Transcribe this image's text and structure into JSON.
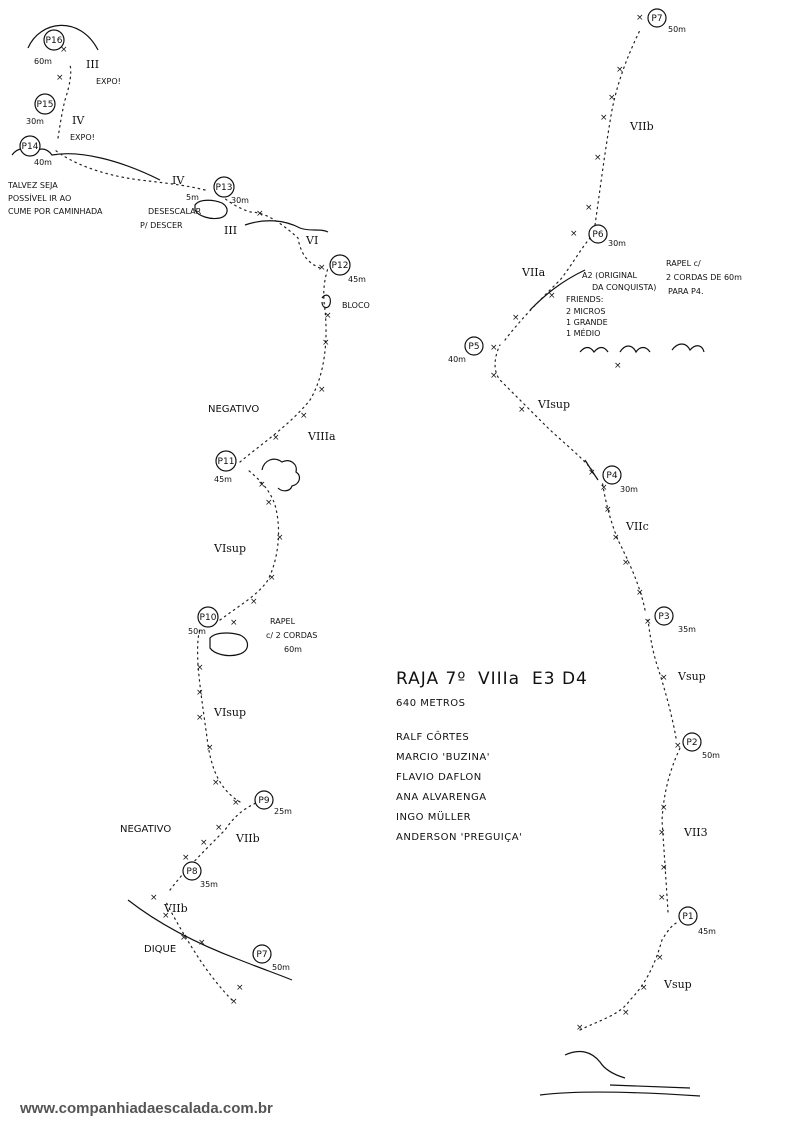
{
  "title": {
    "name": "RAJA 7º",
    "grade": "VIIIa",
    "rest": "E3 D4"
  },
  "length": "640 METROS",
  "authors": [
    "RALF CÔRTES",
    "MARCIO 'BUZINA'",
    "FLAVIO DAFLON",
    "ANA ALVARENGA",
    "INGO MÜLLER",
    "ANDERSON 'PREGUIÇA'"
  ],
  "belays": [
    {
      "id": "P1",
      "len": "45m"
    },
    {
      "id": "P2",
      "len": "50m"
    },
    {
      "id": "P3",
      "len": "35m"
    },
    {
      "id": "P4",
      "len": "30m"
    },
    {
      "id": "P5",
      "len": "40m"
    },
    {
      "id": "P6",
      "len": "30m"
    },
    {
      "id": "P7",
      "len": "50m"
    },
    {
      "id": "P7",
      "len": "50m"
    },
    {
      "id": "P8",
      "len": "35m"
    },
    {
      "id": "P9",
      "len": "25m"
    },
    {
      "id": "P10",
      "len": "50m"
    },
    {
      "id": "P11",
      "len": "45m"
    },
    {
      "id": "P12",
      "len": "45m"
    },
    {
      "id": "P13",
      "len": "30m"
    },
    {
      "id": "P14",
      "len": "40m"
    },
    {
      "id": "P15",
      "len": "30m"
    },
    {
      "id": "P16",
      "len": "60m"
    }
  ],
  "grades": {
    "g_vsup1": "Vsup",
    "g_vii3_right": "VII3",
    "g_vsup2": "Vsup",
    "g_viic": "VIIc",
    "g_visup_r": "VIsup",
    "g_viia": "VIIa",
    "g_viib_top": "VIIb",
    "g_viib_low": "VIIb",
    "g_viib_mid": "VIIb",
    "g_visup_l1": "VIsup",
    "g_visup_l2": "VIsup",
    "g_viiia": "VIIIa",
    "g_vi_top": "VI",
    "g_iii": "III",
    "g_iv_top": "IV",
    "g_iv_mid": "IV",
    "g_iii_top": "III"
  },
  "notes": {
    "negativo1": "NEGATIVO",
    "negativo2": "NEGATIVO",
    "dique": "DIQUE",
    "bloco": "BLOCO",
    "rapel_p10": [
      "RAPEL",
      "c/ 2 CORDAS",
      "60m"
    ],
    "rapel_p6": [
      "RAPEL c/",
      "2 CORDAS DE 60m",
      "PARA P4."
    ],
    "a2": [
      "A2 (ORIGINAL",
      "DA CONQUISTA)"
    ],
    "friends": [
      "FRIENDS:",
      "2 MICROS",
      "1 GRANDE",
      "1 MÉDIO"
    ],
    "desescalar": [
      "5m",
      "DESESCALAR",
      "P/ DESCER"
    ],
    "talvez": [
      "TALVEZ SEJA",
      "POSSÍVEL IR AO",
      "CUME POR CAMINHADA"
    ],
    "expo1": "EXPO!",
    "expo2": "EXPO!"
  },
  "footer": "www.companhiadaescalada.com.br"
}
